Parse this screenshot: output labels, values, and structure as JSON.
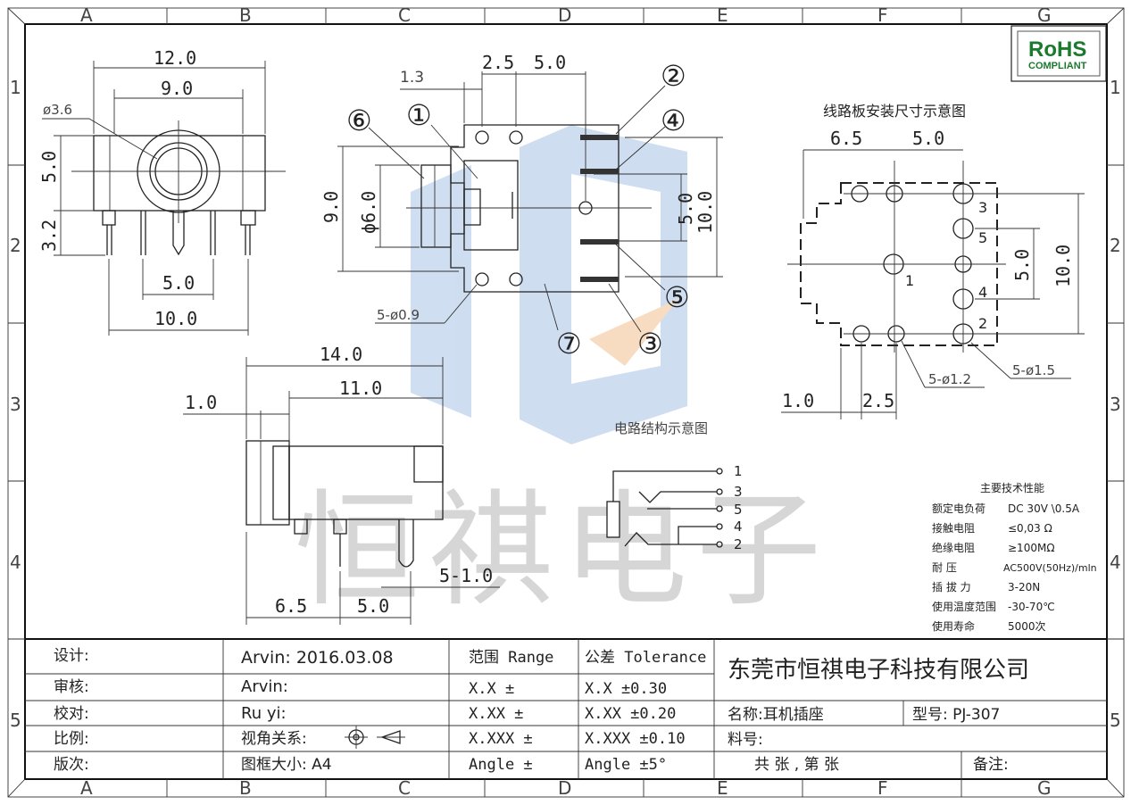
{
  "grid": {
    "columns": [
      "A",
      "B",
      "C",
      "D",
      "E",
      "F",
      "G"
    ],
    "rows": [
      "1",
      "2",
      "3",
      "4",
      "5"
    ]
  },
  "rohs": {
    "line1": "RoHS",
    "line2": "COMPLIANT"
  },
  "watermark": "恒祺电子",
  "front_view": {
    "d_width": "12.0",
    "d_inner": "9.0",
    "d_hole": "ø3.6",
    "d_height": "5.0",
    "d_pin": "3.2",
    "d_pin_pitch": "5.0",
    "d_base": "10.0"
  },
  "top_view": {
    "d_1_3": "1.3",
    "d_2_5": "2.5",
    "d_5_0": "5.0",
    "d_9_0": "9.0",
    "d_phi6": "ϕ6.0",
    "d_5_0v": "5.0",
    "d_10_0": "10.0",
    "d_holes": "5-ø0.9",
    "markers": [
      "⑥",
      "①",
      "②",
      "④",
      "⑤",
      "⑦",
      "③"
    ]
  },
  "side_view": {
    "d_14_0": "14.0",
    "d_1_0": "1.0",
    "d_11_0": "11.0",
    "d_5_1_0": "5-1.0",
    "d_6_5": "6.5",
    "d_5_0": "5.0"
  },
  "pcb_layout": {
    "title": "线路板安装尺寸示意图",
    "d_6_5": "6.5",
    "d_5_0": "5.0",
    "d_5_0v": "5.0",
    "d_10_0": "10.0",
    "pins": [
      "3",
      "5",
      "1",
      "4",
      "2"
    ],
    "d_holes_small": "5-ø1.2",
    "d_holes_large": "5-ø1.5",
    "d_1_0": "1.0",
    "d_2_5": "2.5"
  },
  "circuit": {
    "title": "电路结构示意图",
    "pins": [
      "1",
      "3",
      "5",
      "4",
      "2"
    ]
  },
  "specs": {
    "title": "主要技术性能",
    "rows": [
      {
        "label": "额定电负荷",
        "value": "DC 30V \\0.5A"
      },
      {
        "label": "接触电阻",
        "value": "≤0,03  Ω"
      },
      {
        "label": "绝缘电阻",
        "value": "≥100MΩ"
      },
      {
        "label": "耐      压",
        "value": "AC500V(50Hz)/mln"
      },
      {
        "label": "插 拔 力",
        "value": "3-20N"
      },
      {
        "label": "使用温度范围",
        "value": "-30-70℃"
      },
      {
        "label": "使用寿命",
        "value": "5000次"
      }
    ]
  },
  "title_block": {
    "labels": [
      "设计:",
      "审核:",
      "校对:",
      "比例:",
      "版次:"
    ],
    "designer": "Arvin:  2016.03.08",
    "reviewer": "Arvin:",
    "checker": "Ru  yi:",
    "projection": "视角关系:",
    "paper": "图框大小:  A4",
    "range_header": "范围 Range",
    "tolerance_header": "公差 Tolerance",
    "range": [
      "X.X      ±",
      "X.XX     ±",
      "X.XXX  ±",
      "Angle  ±"
    ],
    "tolerance": [
      "X.X      ±0.30",
      "X.XX     ±0.20",
      "X.XXX  ±0.10",
      "Angle  ±5°"
    ],
    "company": "东莞市恒祺电子科技有限公司",
    "name": "名称:耳机插座",
    "model": "型号: PJ-307",
    "part_no": "料号:",
    "sheets": "共    张  ,  第    张",
    "remarks": "备注:"
  }
}
